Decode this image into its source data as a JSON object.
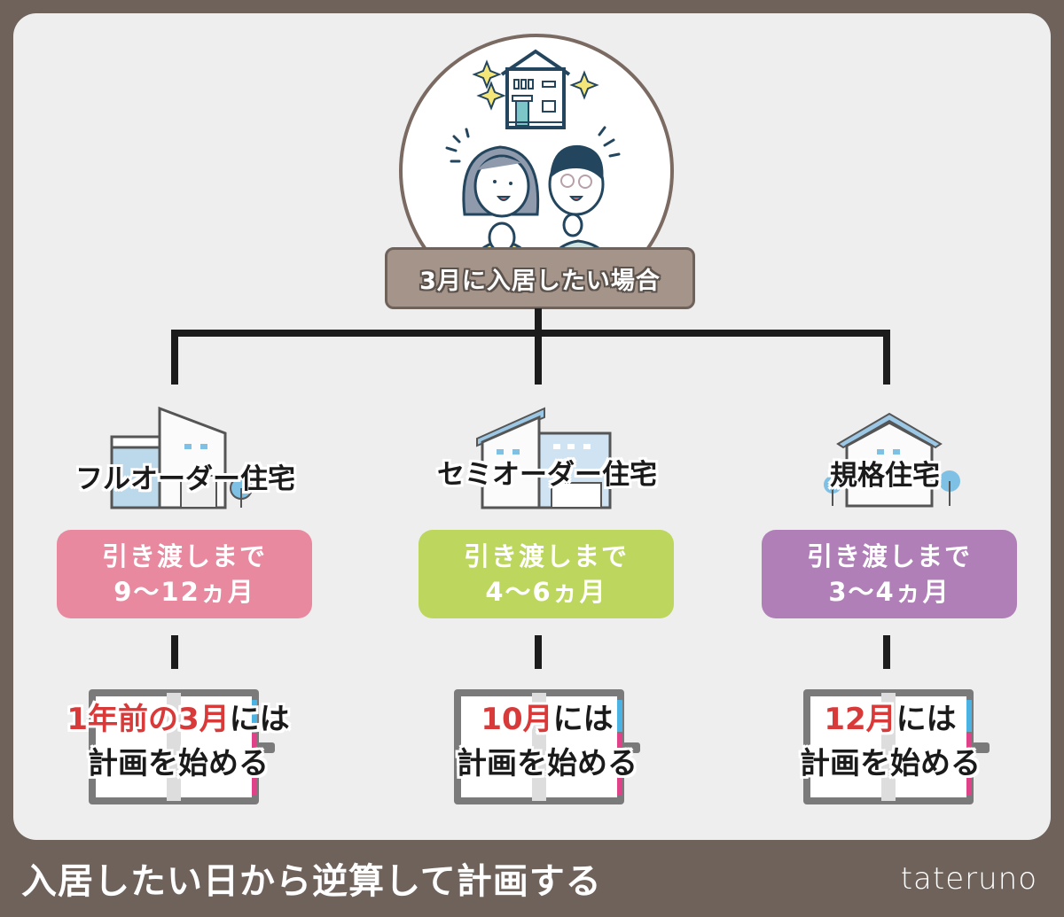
{
  "header": {
    "main_label": "3月に入居したい場合"
  },
  "colors": {
    "frame": "#6e625b",
    "panel": "#eeeeee",
    "label_bg": "#a4948a",
    "full_order": "#e8899f",
    "semi_order": "#bcd65e",
    "standard": "#b07fb8",
    "highlight_red": "#d83a3a",
    "connector": "#1c1c1c"
  },
  "columns": [
    {
      "type": "フルオーダー住宅",
      "period_line1": "引き渡しまで",
      "period_line2": "9〜12ヵ月",
      "start_red": "1年前の3月",
      "start_suffix": "には",
      "start_line2": "計画を始める"
    },
    {
      "type": "セミオーダー住宅",
      "period_line1": "引き渡しまで",
      "period_line2": "4〜6ヵ月",
      "start_red": "10月",
      "start_suffix": "には",
      "start_line2": "計画を始める"
    },
    {
      "type": "規格住宅",
      "period_line1": "引き渡しまで",
      "period_line2": "3〜4ヵ月",
      "start_red": "12月",
      "start_suffix": "には",
      "start_line2": "計画を始める"
    }
  ],
  "footer": {
    "title": "入居したい日から逆算して計画する",
    "brand": "tateruno"
  },
  "icons": {
    "hero": "couple-with-house-illustration",
    "col0": "full-order-house-icon",
    "col1": "semi-order-house-icon",
    "col2": "standard-house-icon",
    "planner": "planner-notebook-icon"
  }
}
